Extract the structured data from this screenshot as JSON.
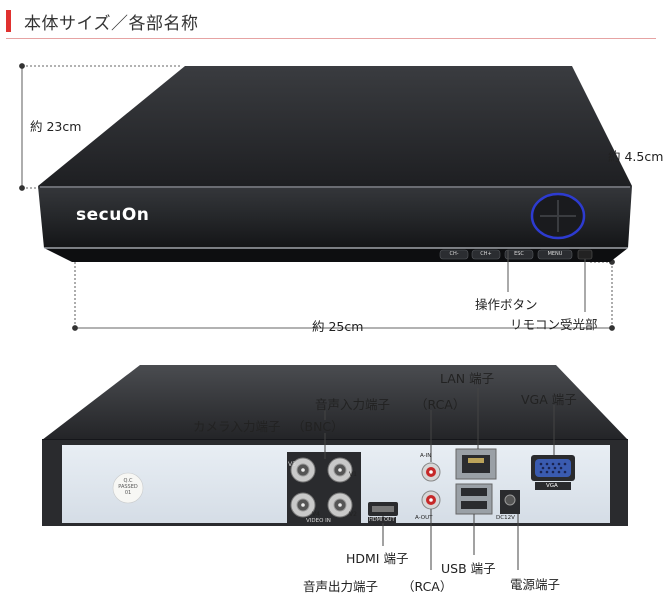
{
  "title": "本体サイズ／各部名称",
  "colors": {
    "accent": "#e0312f",
    "device_body": "#2f3135",
    "back_panel": "#dfe6ee"
  },
  "front": {
    "brand": "secuOn",
    "dim_depth": "約 23cm",
    "dim_height": "約 4.5cm",
    "dim_width": "約 25cm",
    "buttons": [
      "CH-",
      "CH+",
      "ESC",
      "MENU"
    ],
    "label_buttons": "操作ボタン",
    "label_ir": "リモコン受光部"
  },
  "back": {
    "qc_sticker": [
      "Q.C",
      "PASSED",
      "01"
    ],
    "port_labels": {
      "video_in": "VIDEO IN",
      "v1": "V1",
      "v2": "V2",
      "v3": "V3",
      "v4": "V4",
      "hdmi": "HDMI OUT",
      "audio_in": "A-IN",
      "audio_out": "A-OUT",
      "vga": "VGA",
      "dc": "DC12V"
    },
    "callouts": {
      "camera_in": "カメラ入力端子",
      "camera_in_type": "（BNC）",
      "audio_in": "音声入力端子",
      "audio_in_type": "（RCA）",
      "lan": "LAN 端子",
      "vga": "VGA 端子",
      "hdmi": "HDMI 端子",
      "audio_out": "音声出力端子",
      "audio_out_type": "（RCA）",
      "usb": "USB 端子",
      "power": "電源端子"
    }
  }
}
